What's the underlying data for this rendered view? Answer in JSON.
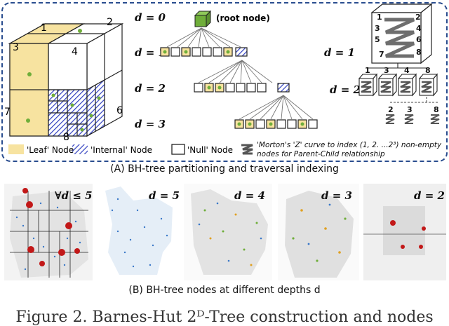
{
  "top_panel": {
    "cube_labels": [
      "1",
      "2",
      "3",
      "4",
      "7",
      "6",
      "8"
    ],
    "depth_labels": [
      "d = 0",
      "d = 1",
      "d = 2",
      "d = 3"
    ],
    "root_label": "(root node)",
    "right_depth_labels": [
      "d = 1",
      "d = 2"
    ],
    "right_cube_numbers": [
      "1",
      "2",
      "3",
      "4",
      "5",
      "6",
      "7",
      "8"
    ],
    "right_child_numbers": [
      "1",
      "3",
      "4",
      "8"
    ],
    "grandchild_numbers": [
      "2",
      "3",
      "8"
    ],
    "legend": {
      "leaf": "'Leaf' Node",
      "internal": "'Internal' Node",
      "null": "'Null' Node",
      "morton": "'Morton's 'Z' curve to index (1, 2. ...2³) non-empty nodes for Parent-Child relationship"
    },
    "colors": {
      "leaf": "#f7e3a0",
      "internal": "#2f3fbf",
      "border": "#2a4d8f",
      "green": "#6fae3a"
    }
  },
  "caption_a": "(A) BH-tree partitioning and traversal indexing",
  "bottom_panel": {
    "depth_labels": [
      "∀d ≤ 5",
      "d = 5",
      "d = 4",
      "d = 3",
      "d = 2"
    ]
  },
  "caption_b": "(B) BH-tree nodes at different depths d",
  "figure_caption": "Figure 2. Barnes-Hut 2ᴰ-Tree construction and nodes"
}
